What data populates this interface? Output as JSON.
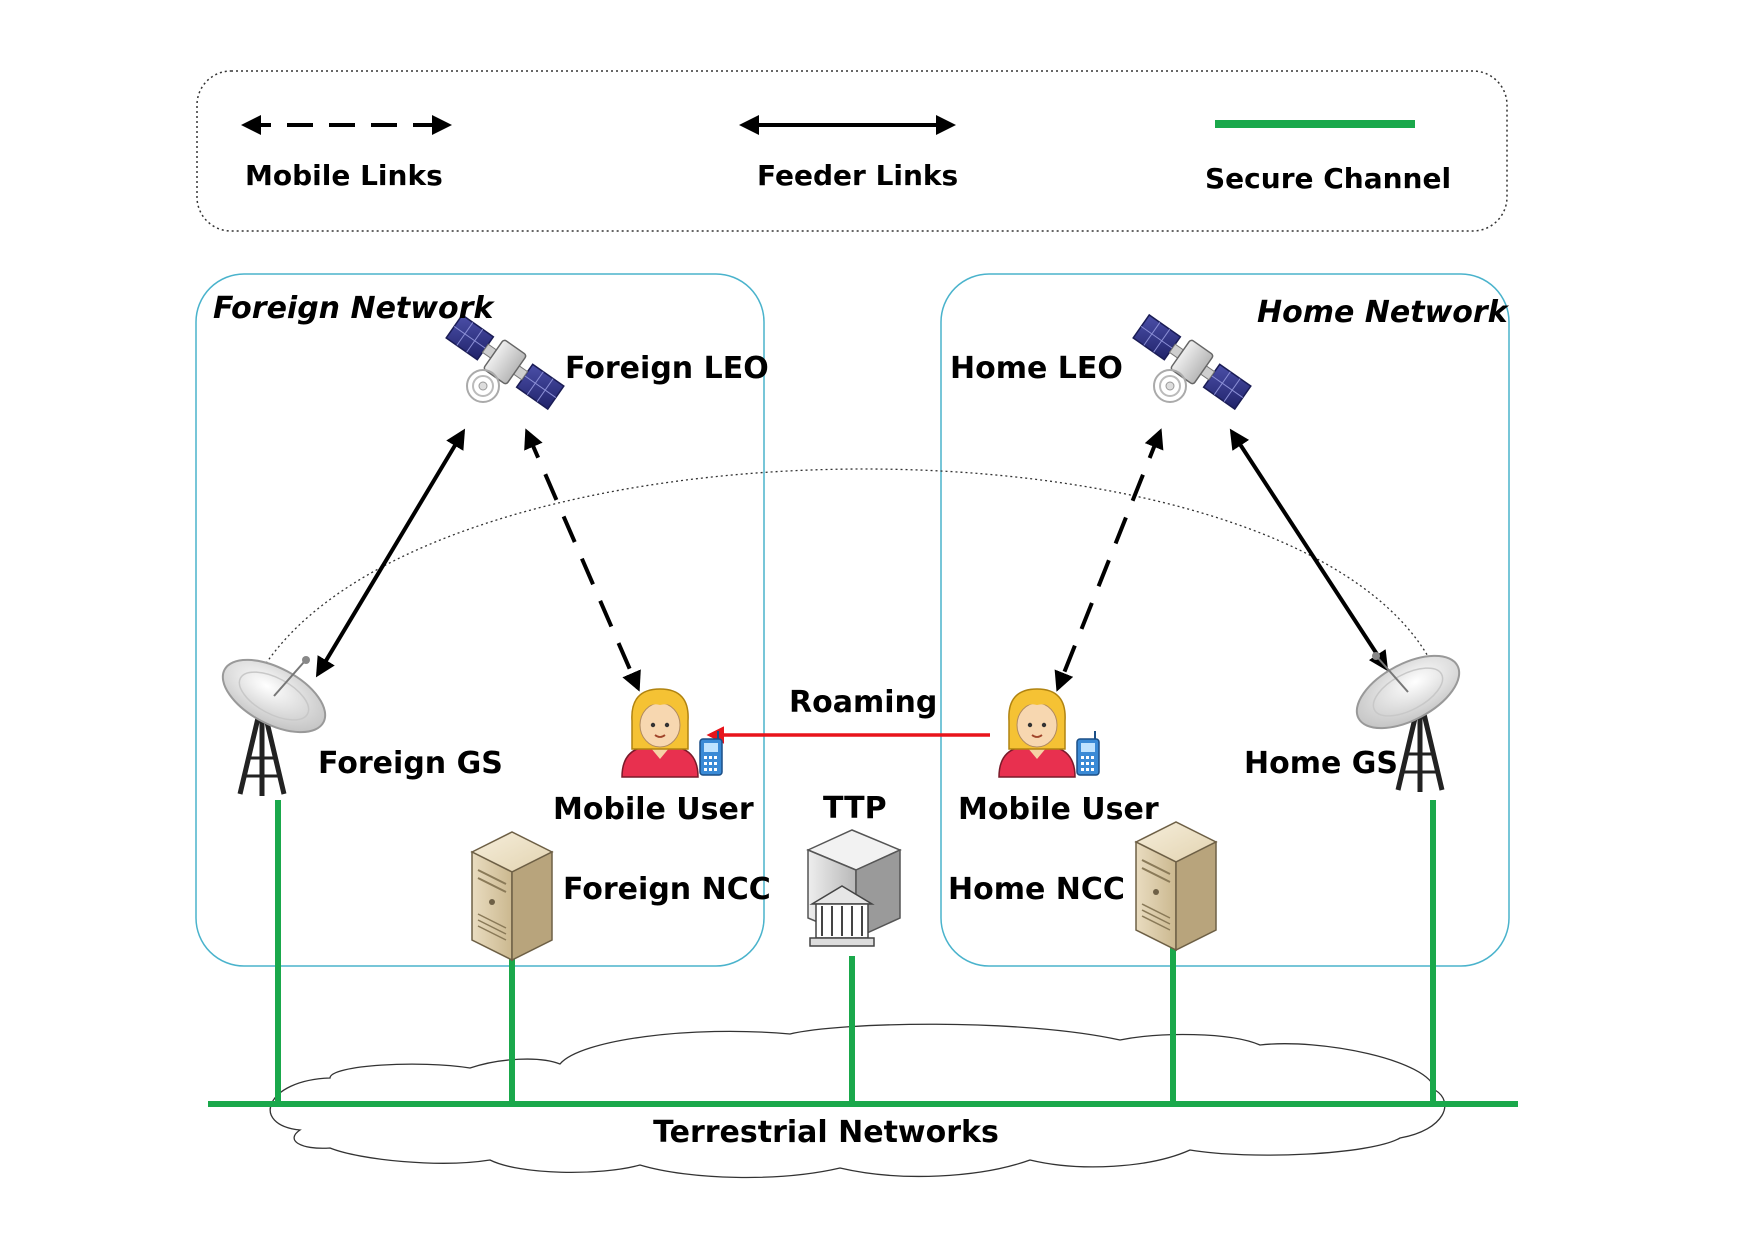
{
  "colors": {
    "secure_channel": "#1aa84b",
    "roaming_arrow": "#e8141b",
    "network_border": "#4ab3cc",
    "link": "#000000"
  },
  "legend": {
    "mobile_links": "Mobile Links",
    "feeder_links": "Feeder Links",
    "secure_channel": "Secure Channel"
  },
  "foreign_network": {
    "title": "Foreign Network",
    "leo": "Foreign LEO",
    "gs": "Foreign GS",
    "user": "Mobile User",
    "ncc": "Foreign NCC"
  },
  "home_network": {
    "title": "Home Network",
    "leo": "Home LEO",
    "gs": "Home GS",
    "user": "Mobile User",
    "ncc": "Home NCC"
  },
  "roaming": "Roaming",
  "ttp": "TTP",
  "terrestrial": "Terrestrial Networks",
  "icons": {
    "satellite": "satellite-icon",
    "ground_station": "satellite-dish-icon",
    "user": "mobile-user-icon",
    "server": "server-icon",
    "ttp": "trusted-third-party-building-icon"
  }
}
